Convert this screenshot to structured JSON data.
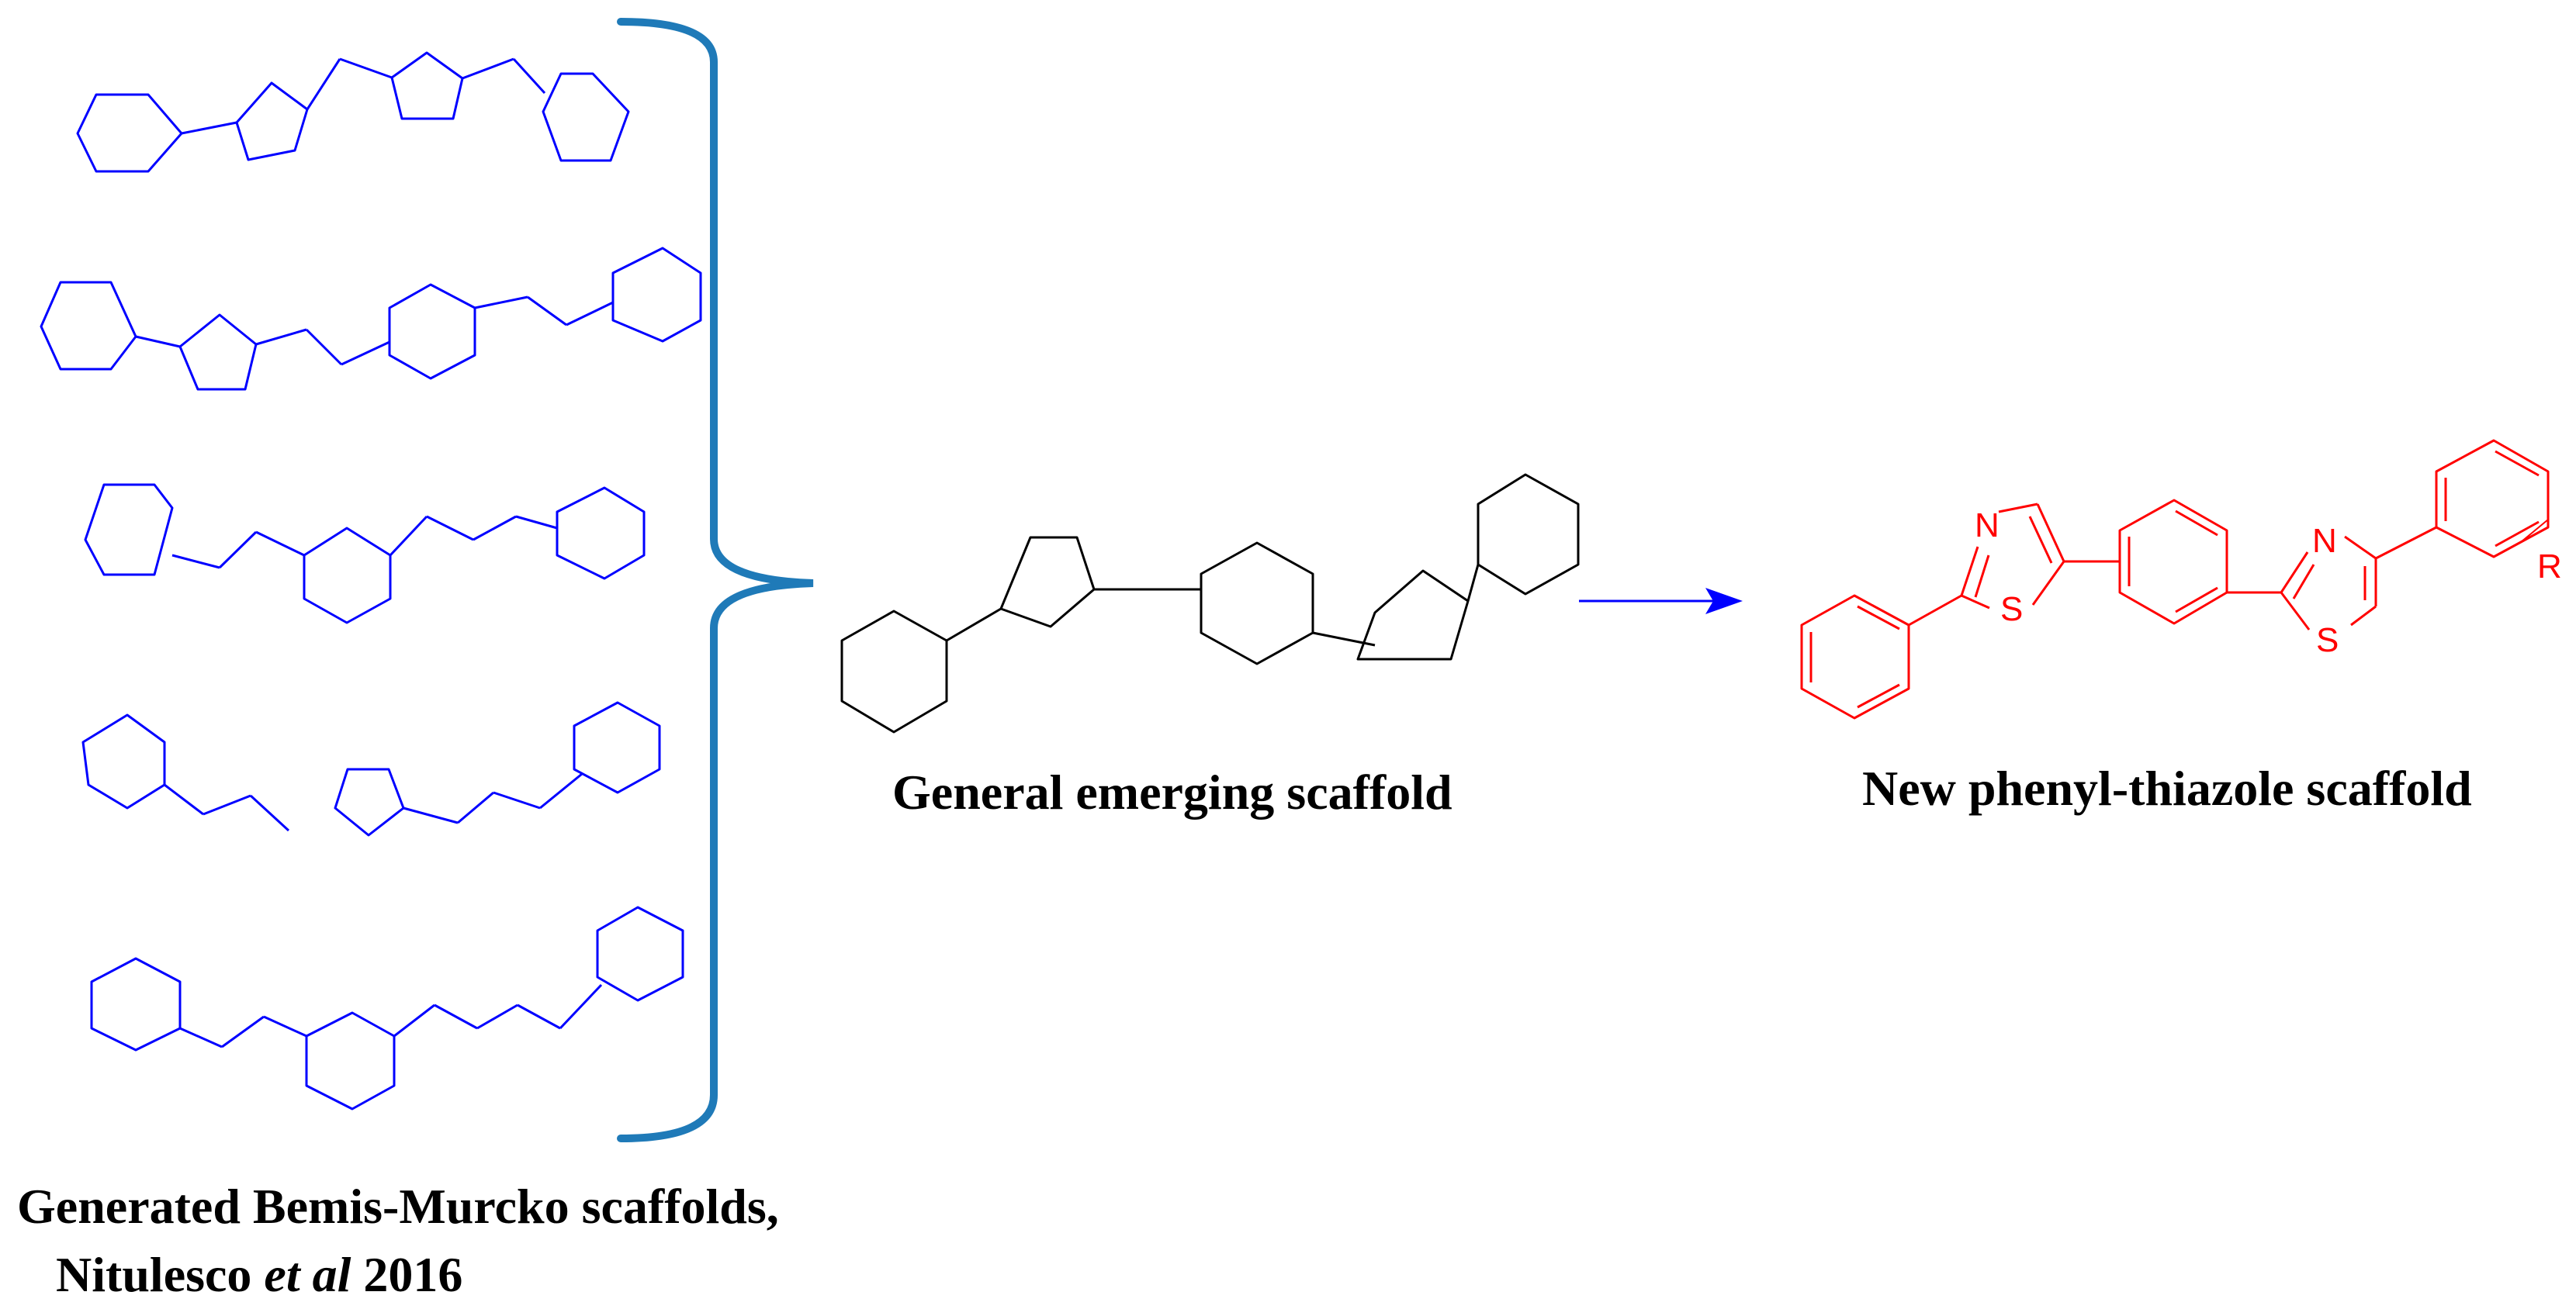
{
  "colors": {
    "bemis_murcko": "#0000ff",
    "bracket": "#1f7ab8",
    "general_scaffold": "#000000",
    "arrow": "#0000ff",
    "new_scaffold": "#ff0000"
  },
  "left_panel": {
    "scaffold_count": 5,
    "caption_line1": "Generated Bemis-Murcko scaffolds,",
    "caption_line2_author": "Nitulesco",
    "caption_line2_etal": "et al",
    "caption_line2_year": "2016"
  },
  "middle_panel": {
    "caption": "General emerging scaffold"
  },
  "right_panel": {
    "caption": "New phenyl-thiazole scaffold",
    "atom_labels": {
      "n1": "N",
      "s1": "S",
      "n2": "N",
      "s2": "S",
      "r": "R"
    }
  }
}
